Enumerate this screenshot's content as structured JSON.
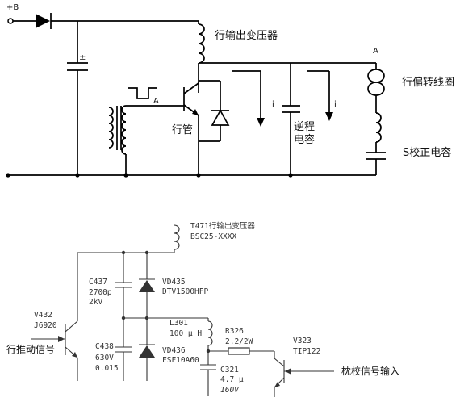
{
  "top": {
    "vplus": "+B",
    "transformer": "行输出变压器",
    "point_a_right": "A",
    "point_a_left": "A",
    "deflection_coil": "行偏转线圈",
    "current_1": "i",
    "current_2": "i",
    "tube": "行管",
    "retrace_line1": "逆程",
    "retrace_line2": "电容",
    "s_cap": "S校正电容",
    "cap_polarity": "±"
  },
  "bottom": {
    "transformer_line1": "T471行输出变压器",
    "transformer_line2": "BSC25-XXXX",
    "c437": [
      "C437",
      "2700p",
      "2kV"
    ],
    "vd435": [
      "VD435",
      "DTV1500HFP"
    ],
    "v432": [
      "V432",
      "J6920"
    ],
    "l301": [
      "L301",
      "100 μ H"
    ],
    "c438": [
      "C438",
      "630V",
      "0.015"
    ],
    "vd436": [
      "VD436",
      "FSF10A60"
    ],
    "r326": [
      "R326",
      "2.2/2W"
    ],
    "v323": [
      "V323",
      "TIP122"
    ],
    "c321": [
      "C321",
      "4.7 μ",
      "160V"
    ],
    "drive_signal": "行推动信号",
    "pincushion_input": "枕校信号输入"
  }
}
